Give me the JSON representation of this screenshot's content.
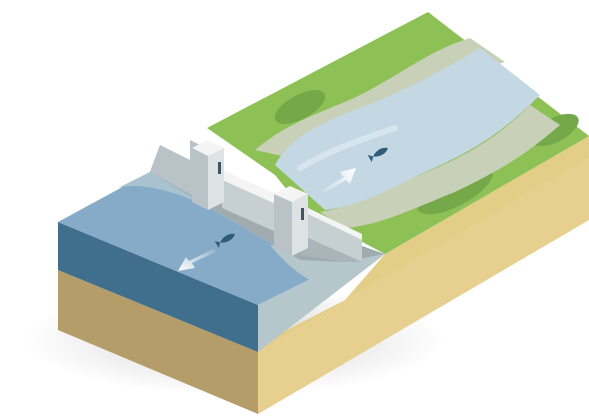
{
  "scene": {
    "subject": "river-weir-with-fish-passage",
    "elements": [
      "ground-block",
      "upstream-river",
      "downstream-pool",
      "riverbanks",
      "weir-barrier",
      "gate-towers",
      "fish",
      "flow-arrows"
    ]
  },
  "icons": {
    "fish": "fish-icon",
    "arrow_upstream": "arrow-upstream-icon",
    "arrow_downstream": "arrow-downstream-icon"
  },
  "colors": {
    "grass": "#8dc155",
    "grass_dark": "#74a848",
    "sand_top": "#e2ce86",
    "soil_front": "#b59d69",
    "soil_side": "#e7cf8f",
    "river": "#c4d8e4",
    "river_bank": "#c9d0b8",
    "pool_top": "#86abc8",
    "pool_front": "#3f6f8c",
    "pool_side": "#5a8eaf",
    "concrete_light": "#f4f4f4",
    "concrete_mid": "#b9c3c7",
    "concrete_dark": "#8f9ca1",
    "fish": "#2f5c78",
    "arrow": "#ffffff"
  }
}
